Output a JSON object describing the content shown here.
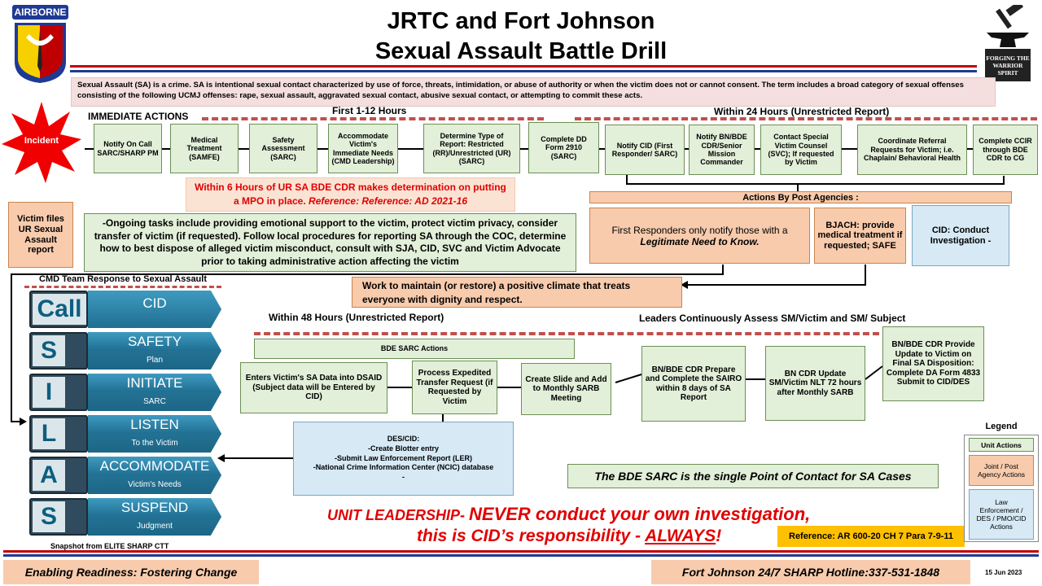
{
  "header": {
    "title_line1": "JRTC and Fort Johnson",
    "title_line2": "Sexual Assault Battle Drill",
    "logo_left_text": "AIRBORNE",
    "logo_right_text": "FORGING THE WARRIOR SPIRIT"
  },
  "definition": "Sexual Assault (SA) is a crime. SA is intentional sexual contact characterized by use of force, threats, intimidation, or abuse of authority or when the victim does not or cannot consent. The term includes a broad category of sexual offenses consisting of the following UCMJ offenses: rape, sexual assault, aggravated sexual contact, abusive sexual contact, or attempting to commit these acts.",
  "incident": "Incident",
  "immediate_actions": "IMMEDIATE ACTIONS",
  "first_hours": "First 1-12 Hours",
  "within24": "Within 24 Hours (Unrestricted Report)",
  "steps": [
    "Notify On Call SARC/SHARP PM",
    "Medical Treatment (SAMFE)",
    "Safety Assessment (SARC)",
    "Accommodate Victim's Immediate Needs (CMD Leadership)",
    "Determine Type of Report: Restricted (RR)/Unrestricted (UR) (SARC)",
    "Complete DD Form 2910 (SARC)",
    "Notify CID (First Responder/ SARC)",
    "Notify BN/BDE CDR/Senior Mission Commander",
    "Contact Special Victim Counsel (SVC); If requested by Victim",
    "Coordinate Referral Requests for Victim; i.e. Chaplain/ Behavioral Health",
    "Complete CCIR through BDE CDR to CG"
  ],
  "mpo_main": "Within 6 Hours of UR SA BDE CDR makes determination on putting a MPO in place.",
  "mpo_ref": "Reference:  Reference:  AD 2021-16",
  "victim_files": "Victim files UR Sexual Assault report",
  "ongoing": "-Ongoing tasks include providing emotional support to the victim, protect victim privacy, consider transfer of victim (if requested). Follow local procedures for reporting SA through the COC, determine how to best dispose of alleged victim misconduct, consult with SJA, CID, SVC and Victim Advocate prior to taking administrative action affecting the victim",
  "actions_post": "Actions By Post Agencies :",
  "first_resp_a": "First Responders only notify those with a ",
  "first_resp_b": "Legitimate Need to Know.",
  "bjach": "BJACH: provide medical treatment if requested; SAFE",
  "cid_conduct": "CID: Conduct Investigation -",
  "climate": "Work to maintain (or restore) a positive climate that treats everyone with dignity and respect.",
  "cmd_team": "CMD Team Response to Sexual Assault",
  "silas": [
    {
      "letter": "Call",
      "top": "CID",
      "sub": ""
    },
    {
      "letter": "S",
      "top": "SAFETY",
      "sub": "Plan"
    },
    {
      "letter": "I",
      "top": "INITIATE",
      "sub": "SARC"
    },
    {
      "letter": "L",
      "top": "LISTEN",
      "sub": "To the Victim"
    },
    {
      "letter": "A",
      "top": "ACCOMMODATE",
      "sub": "Victim's Needs"
    },
    {
      "letter": "S",
      "top": "SUSPEND",
      "sub": "Judgment"
    }
  ],
  "snapshot": "Snapshot from ELITE SHARP CTT",
  "within48": "Within 48 Hours (Unrestricted Report)",
  "leaders_assess": "Leaders Continuously Assess SM/Victim and SM/ Subject",
  "bde_sarc_actions": "BDE SARC Actions",
  "dsaid": "Enters Victim's SA Data into DSAID (Subject data will be Entered by CID)",
  "transfer": "Process Expedited Transfer Request (if Requested by Victim",
  "slide": "Create Slide and Add to Monthly SARB Meeting",
  "sairo": "BN/BDE CDR Prepare and Complete the SAIRO within 8 days of SA Report",
  "bn_update": "BN CDR Update SM/Victim NLT 72 hours after Monthly SARB",
  "final_update": "BN/BDE CDR Provide Update to Victim on Final SA Disposition: Complete DA Form 4833 Submit to CID/DES",
  "des_title": "DES/CID:",
  "des_lines": [
    "-Create Blotter entry",
    "-Submit Law Enforcement Report (LER)",
    "-National Crime Information Center (NCIC) database",
    "-"
  ],
  "poc": "The BDE SARC is the single Point of Contact for SA Cases",
  "unit_a": "UNIT LEADERSHIP- ",
  "unit_b": "NEVER conduct your own investigation,",
  "unit_c": "this is CID’s responsibility - ",
  "unit_d": "ALWAYS",
  "unit_e": "!",
  "reference": "Reference: AR 600-20 CH 7 Para 7-9-11",
  "legend": {
    "title": "Legend",
    "unit": "Unit Actions",
    "joint": "Joint / Post Agency Actions",
    "law": "Law Enforcement / DES / PMO/CID Actions"
  },
  "footer": {
    "left": "Enabling Readiness: Fostering Change",
    "hotline": "Fort Johnson 24/7 SHARP Hotline:337-531-1848",
    "date": "15 Jun 2023"
  }
}
